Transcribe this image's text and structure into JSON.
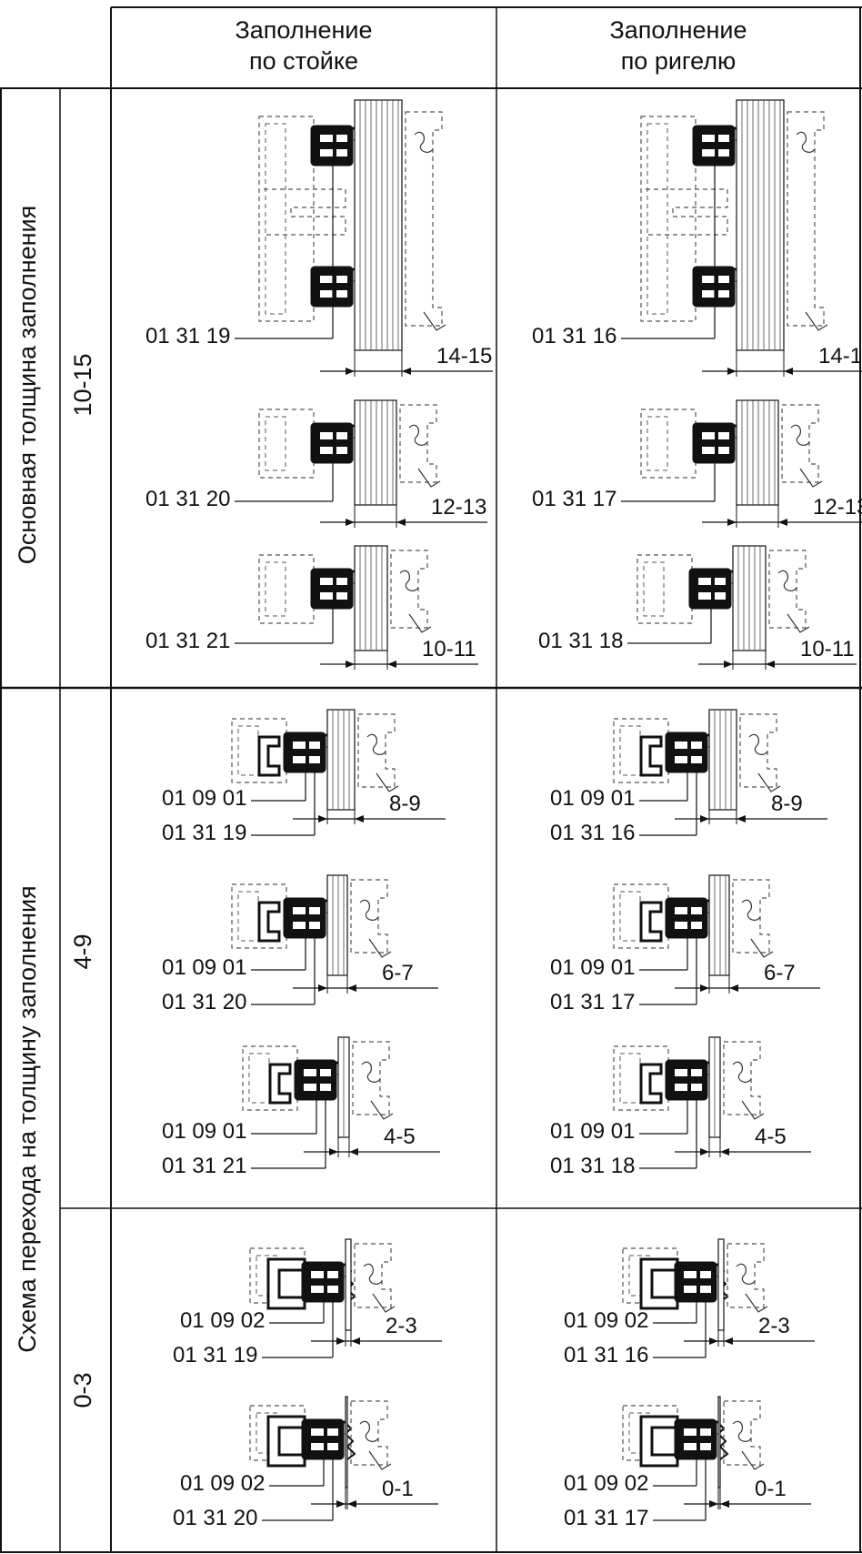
{
  "headers": {
    "col1": [
      "Заполнение",
      "по стойке"
    ],
    "col2": [
      "Заполнение",
      "по ригелю"
    ]
  },
  "side": {
    "main_label": "Основная толщина заполнения",
    "transition_label": "Схема перехода на толщину заполнения",
    "range_10_15": "10-15",
    "range_4_9": "4-9",
    "range_0_3": "0-3"
  },
  "rows": [
    {
      "left": [
        "01 31 19"
      ],
      "right": [
        "01 31 16"
      ],
      "dim": "14-15"
    },
    {
      "left": [
        "01 31 20"
      ],
      "right": [
        "01 31 17"
      ],
      "dim": "12-13"
    },
    {
      "left": [
        "01 31 21"
      ],
      "right": [
        "01 31 18"
      ],
      "dim": "10-11"
    },
    {
      "left": [
        "01 09 01",
        "01 31 19"
      ],
      "right": [
        "01 09 01",
        "01 31 16"
      ],
      "dim": "8-9"
    },
    {
      "left": [
        "01 09 01",
        "01 31 20"
      ],
      "right": [
        "01 09 01",
        "01 31 17"
      ],
      "dim": "6-7"
    },
    {
      "left": [
        "01 09 01",
        "01 31 21"
      ],
      "right": [
        "01 09 01",
        "01 31 18"
      ],
      "dim": "4-5"
    },
    {
      "left": [
        "01 09 02",
        "01 31 19"
      ],
      "right": [
        "01 09 02",
        "01 31 16"
      ],
      "dim": "2-3"
    },
    {
      "left": [
        "01 09 02",
        "01 31 20"
      ],
      "right": [
        "01 09 02",
        "01 31 17"
      ],
      "dim": "0-1"
    }
  ]
}
